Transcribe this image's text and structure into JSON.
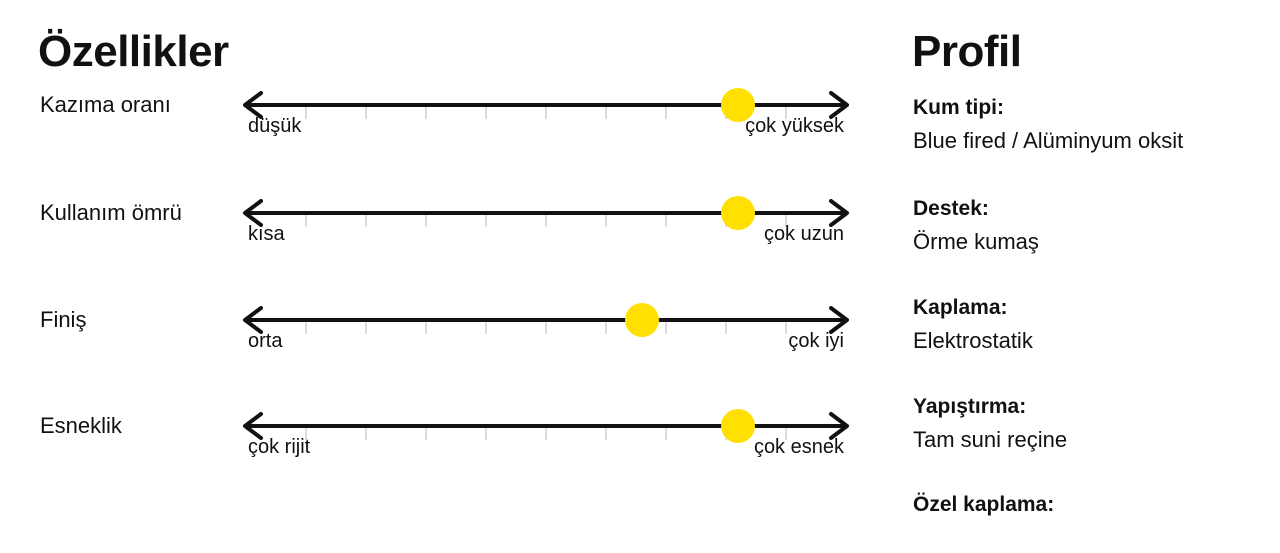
{
  "left_heading": "Özellikler",
  "right_heading": "Profil",
  "dot_color": "#FFE000",
  "line_color": "#111111",
  "properties": [
    {
      "label": "Kazıma oranı",
      "min": "düşük",
      "max": "çok yüksek",
      "level": 0.9
    },
    {
      "label": "Kullanım ömrü",
      "min": "kısa",
      "max": "çok uzun",
      "level": 0.9
    },
    {
      "label": "Finiş",
      "min": "orta",
      "max": "çok iyi",
      "level": 0.7
    },
    {
      "label": "Esneklik",
      "min": "çok rijit",
      "max": "çok esnek",
      "level": 0.9
    }
  ],
  "profile": [
    {
      "key": "Kum tipi:",
      "value": "Blue fired / Alüminyum oksit"
    },
    {
      "key": "Destek:",
      "value": "Örme kumaş"
    },
    {
      "key": "Kaplama:",
      "value": "Elektrostatik"
    },
    {
      "key": "Yapıştırma:",
      "value": "Tam suni reçine"
    },
    {
      "key": "Özel kaplama:",
      "value": ""
    }
  ]
}
